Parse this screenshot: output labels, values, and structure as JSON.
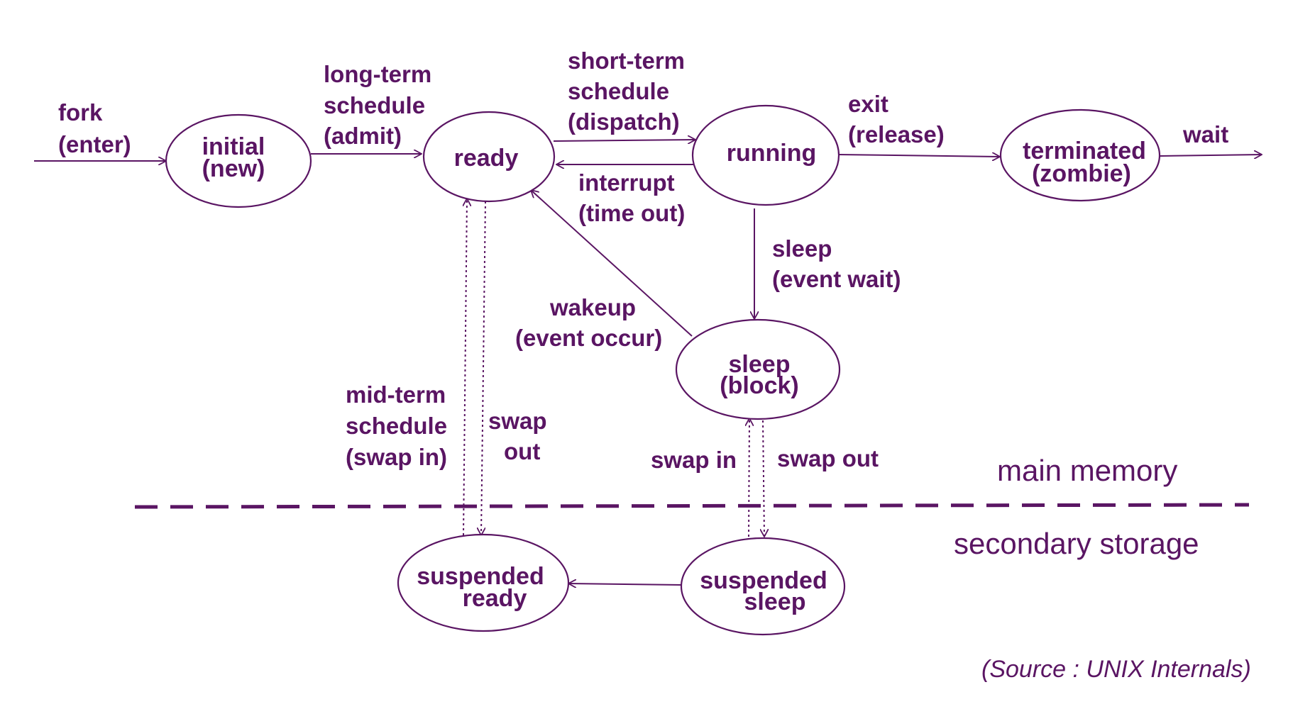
{
  "colors": {
    "ink": "#5a1563"
  },
  "states": {
    "initial": [
      "initial",
      "(new)"
    ],
    "ready": [
      "ready"
    ],
    "running": [
      "running"
    ],
    "terminated": [
      "terminated",
      "(zombie)"
    ],
    "sleep": [
      "sleep",
      "(block)"
    ],
    "suspended_ready": [
      "suspended",
      "ready"
    ],
    "suspended_sleep": [
      "suspended",
      "sleep"
    ]
  },
  "transitions": {
    "fork": [
      "fork",
      "(enter)"
    ],
    "long_term": [
      "long-term",
      "schedule",
      "(admit)"
    ],
    "short_term": [
      "short-term",
      "schedule",
      "(dispatch)"
    ],
    "interrupt": [
      "interrupt",
      "(time out)"
    ],
    "exit": [
      "exit",
      "(release)"
    ],
    "wait": [
      "wait"
    ],
    "sleep": [
      "sleep",
      "(event wait)"
    ],
    "wakeup": [
      "wakeup",
      "(event occur)"
    ],
    "mid_term": [
      "mid-term",
      "schedule",
      "(swap in)"
    ],
    "swap_out_ready": [
      "swap",
      "out"
    ],
    "swap_in_sleep": [
      "swap in"
    ],
    "swap_out_sleep": [
      "swap out"
    ]
  },
  "regions": {
    "main_memory": "main memory",
    "secondary_storage": "secondary storage"
  },
  "source": "(Source : UNIX Internals)"
}
